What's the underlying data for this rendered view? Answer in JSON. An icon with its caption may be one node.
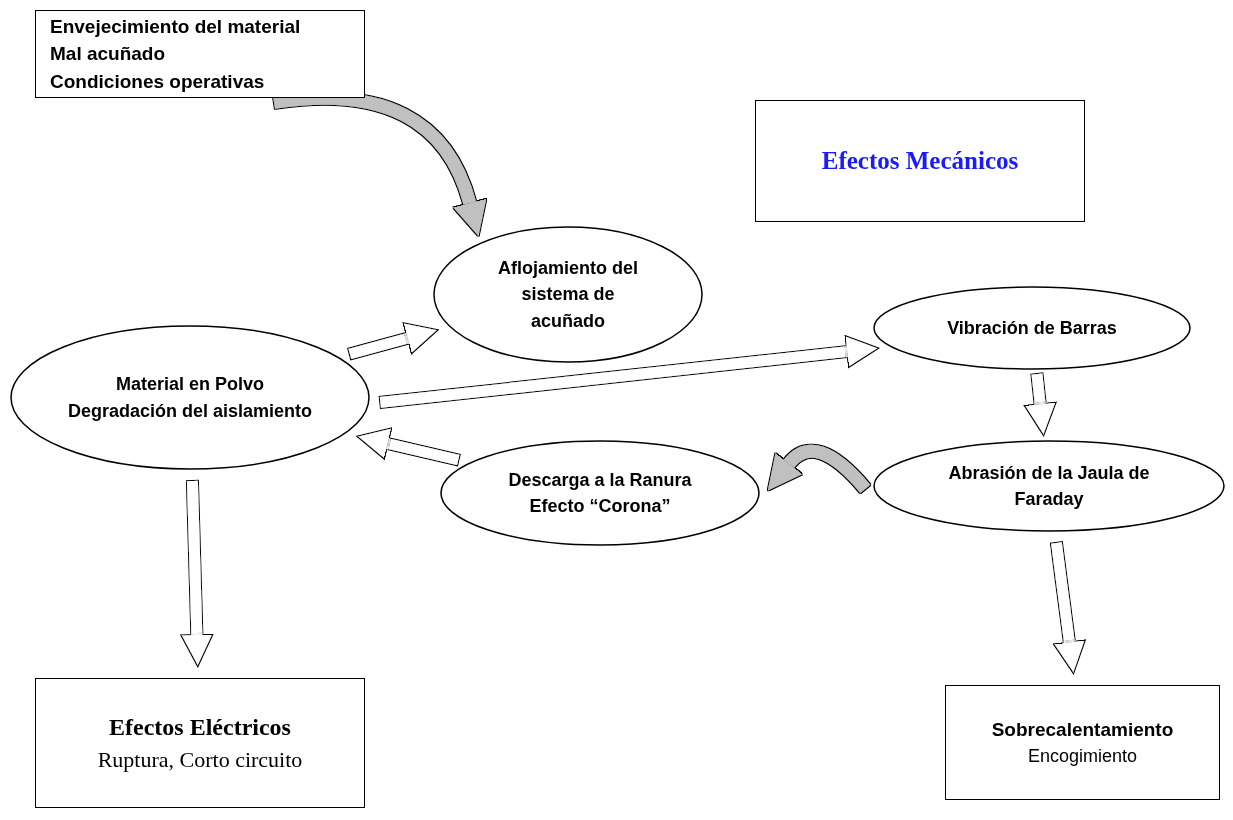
{
  "diagram": {
    "nodes": [
      {
        "text": [
          "Envejecimiento del material",
          "Mal acuñado",
          "Condiciones operativas"
        ]
      },
      {
        "text": [
          "Efectos Mecánicos"
        ]
      },
      {
        "text": [
          "Aflojamiento del sistema de acuñado"
        ]
      },
      {
        "text": [
          "Material en Polvo",
          "Degradación del aislamiento"
        ]
      },
      {
        "text": [
          "Vibración de Barras"
        ]
      },
      {
        "text": [
          "Abrasión de la Jaula de Faraday"
        ]
      },
      {
        "text": [
          "Descarga a la Ranura",
          "Efecto “Corona”"
        ]
      },
      {
        "text": [
          "Efectos Eléctricos",
          "Ruptura, Corto circuito"
        ]
      },
      {
        "text": [
          "Sobrecalentamiento",
          "Encogimiento"
        ]
      }
    ],
    "edges": [
      {
        "from": 0,
        "to": 2,
        "arrow": "to",
        "color": "#c0c0c0"
      },
      {
        "from": 3,
        "to": 2,
        "arrow": "to"
      },
      {
        "from": 3,
        "to": 4,
        "arrow": "to"
      },
      {
        "from": 4,
        "to": 5,
        "arrow": "to"
      },
      {
        "from": 5,
        "to": 6,
        "arrow": "to",
        "color": "#c0c0c0"
      },
      {
        "from": 6,
        "to": 3,
        "arrow": "to"
      },
      {
        "from": 3,
        "to": 7,
        "arrow": "to"
      },
      {
        "from": 5,
        "to": 8,
        "arrow": "to"
      }
    ]
  }
}
